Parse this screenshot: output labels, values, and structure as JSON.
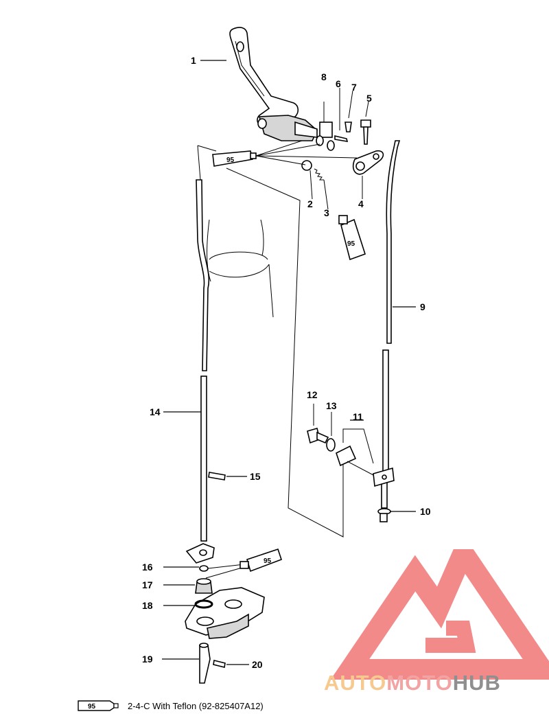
{
  "callouts": {
    "c1": "1",
    "c2": "2",
    "c3": "3",
    "c4": "4",
    "c5": "5",
    "c6": "6",
    "c7": "7",
    "c8": "8",
    "c9": "9",
    "c10": "10",
    "c11": "11",
    "c12": "12",
    "c13": "13",
    "c14": "14",
    "c15": "15",
    "c16": "16",
    "c17": "17",
    "c18": "18",
    "c19": "19",
    "c20": "20"
  },
  "lubricant": {
    "code": "95",
    "tube_label_1": "95",
    "tube_label_2": "95",
    "tube_label_3": "95",
    "legend_text": "2-4-C  With Teflon (92-825407A12)"
  },
  "watermark": {
    "part1": "AUTO",
    "part2": "MOTO",
    "part3": "HUB",
    "colors": {
      "auto": "#f6c98f",
      "moto": "#f4a3a3",
      "hub": "#8f8f8f",
      "triangle": "#f28a8a"
    }
  }
}
